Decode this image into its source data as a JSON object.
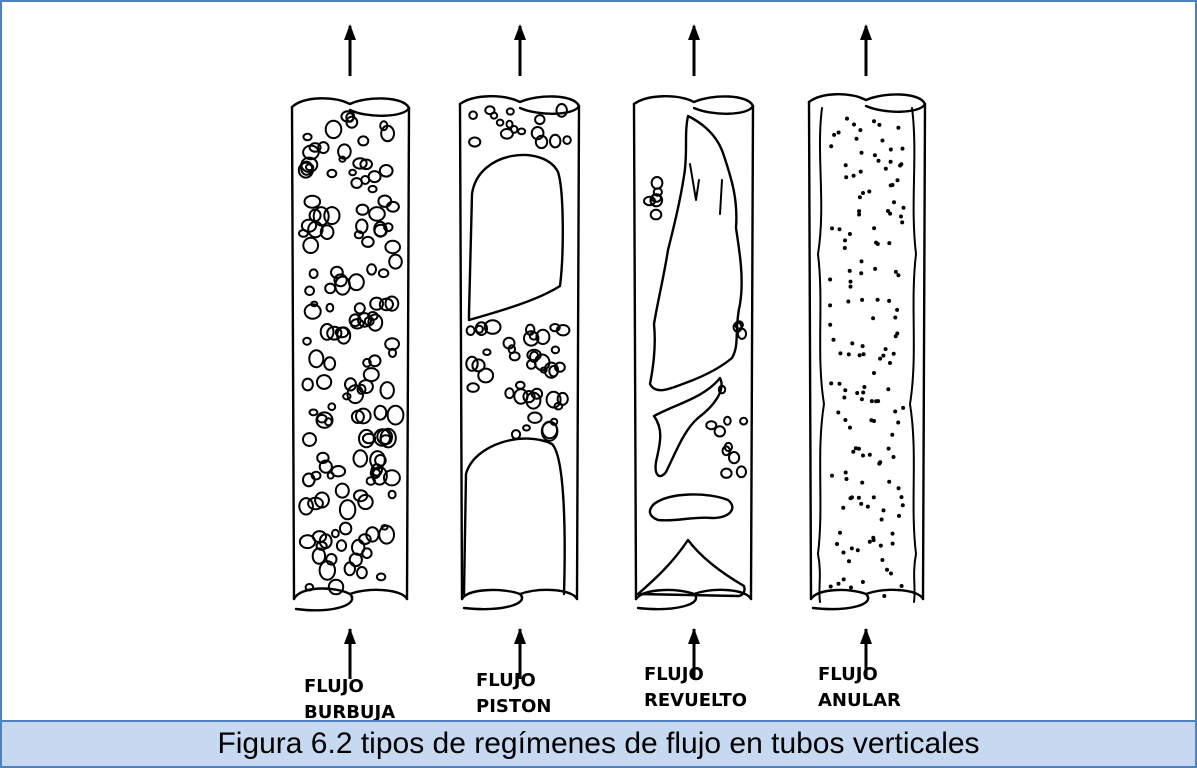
{
  "figure": {
    "tubes": [
      {
        "line1": "FLUJO",
        "line2": "BURBUJA"
      },
      {
        "line1": "FLUJO",
        "line2": "PISTON"
      },
      {
        "line1": "FLUJO",
        "line2": "REVUELTO"
      },
      {
        "line1": "FLUJO",
        "line2": "ANULAR"
      }
    ]
  },
  "caption": "Figura 6.2 tipos de regímenes de flujo en tubos verticales"
}
